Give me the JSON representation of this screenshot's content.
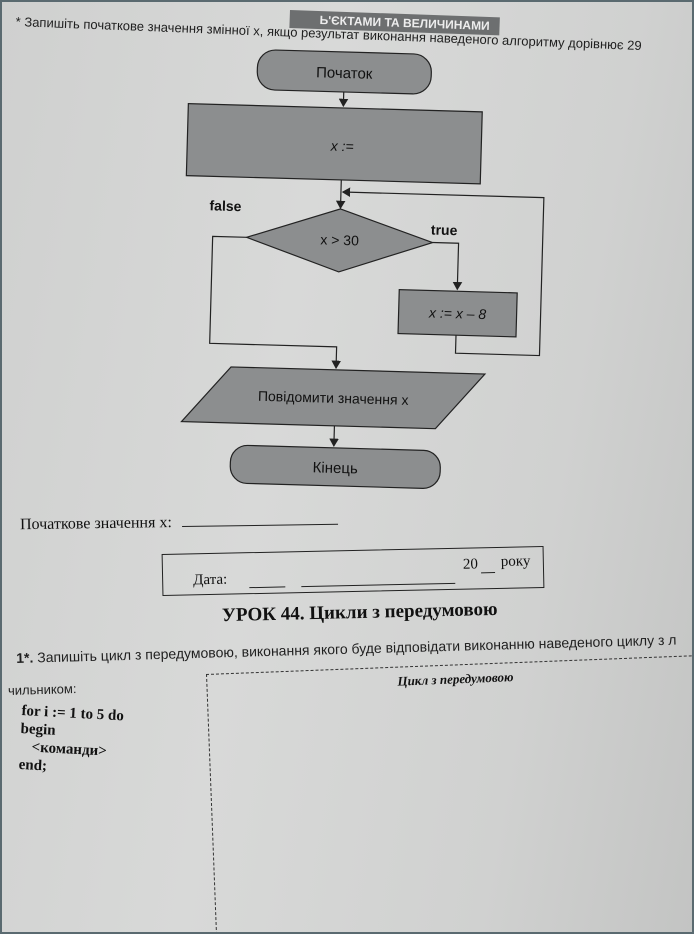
{
  "header": {
    "banner": "Ь'ЄКТАМИ ТА ВЕЛИЧИНАМИ",
    "task_text": "Запишіть початкове значення змінної x, якщо результат виконання наведеного алгоритму дорівнює 29",
    "task_marker": "*"
  },
  "flowchart": {
    "start": "Початок",
    "assign": "x :=",
    "condition": "x > 30",
    "false_label": "false",
    "true_label": "true",
    "decrement": "x := x – 8",
    "output": "Повідомити значення x",
    "end": "Кінець"
  },
  "answer": {
    "label": "Початкове значення x:"
  },
  "date_box": {
    "label": "Дата:",
    "year_prefix": "20",
    "year_suffix": "року"
  },
  "lesson": {
    "title": "УРОК 44. Цикли з передумовою"
  },
  "task1": {
    "number": "1*.",
    "text": "Запишіть цикл з передумовою, виконання якого буде відповідати виконанню наведеного циклу з л",
    "text_cont": "чильником:",
    "code": [
      "for i := 1 to 5 do",
      "begin",
      "<команди>",
      "end;"
    ],
    "box_title": "Цикл з передумовою"
  }
}
